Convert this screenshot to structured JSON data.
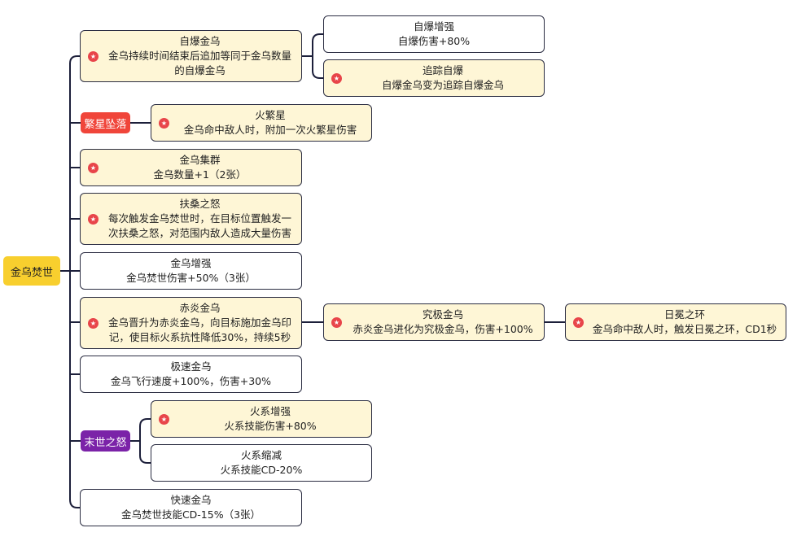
{
  "root": {
    "label": "金乌焚世"
  },
  "tags": {
    "fanxing": "繁星坠落",
    "moshi": "末世之怒"
  },
  "colors": {
    "root": "#f8cf2e",
    "highlight": "#fef6d6",
    "tag_red": "#f0453a",
    "tag_purple": "#7b23a8",
    "star": "#e8454a",
    "line": "#1c1f3a"
  },
  "nodes": {
    "zibao": {
      "title": "自爆金乌",
      "desc": "金乌持续时间结束后追加等同于金乌数量的自爆金乌"
    },
    "zibao_zengqiang": {
      "title": "自爆增强",
      "desc": "自爆伤害+80%"
    },
    "zhuizong": {
      "title": "追踪自爆",
      "desc": "自爆金乌变为追踪自爆金乌"
    },
    "huofanxing": {
      "title": "火繁星",
      "desc": "金乌命中敌人时，附加一次火繁星伤害"
    },
    "jiqun": {
      "title": "金乌集群",
      "desc": "金乌数量+1（2张）"
    },
    "fusang": {
      "title": "扶桑之怒",
      "desc": "每次触发金乌焚世时，在目标位置触发一次扶桑之怒，对范围内敌人造成大量伤害"
    },
    "zengqiang": {
      "title": "金乌增强",
      "desc": "金乌焚世伤害+50%（3张）"
    },
    "chiyan": {
      "title": "赤炎金乌",
      "desc": "金乌晋升为赤炎金乌，向目标施加金乌印记，使目标火系抗性降低30%，持续5秒"
    },
    "jiuji": {
      "title": "究极金乌",
      "desc": "赤炎金乌进化为究极金乌，伤害+100%"
    },
    "riyun": {
      "title": "日冕之环",
      "desc": "金乌命中敌人时，触发日冕之环，CD1秒"
    },
    "jisu": {
      "title": "极速金乌",
      "desc": "金乌飞行速度+100%，伤害+30%"
    },
    "huoxi_zengqiang": {
      "title": "火系增强",
      "desc": "火系技能伤害+80%"
    },
    "huoxi_suojian": {
      "title": "火系缩减",
      "desc": "火系技能CD-20%"
    },
    "kuaisu": {
      "title": "快速金乌",
      "desc": "金乌焚世技能CD-15%（3张）"
    }
  },
  "star_icon": "star-badge-icon"
}
